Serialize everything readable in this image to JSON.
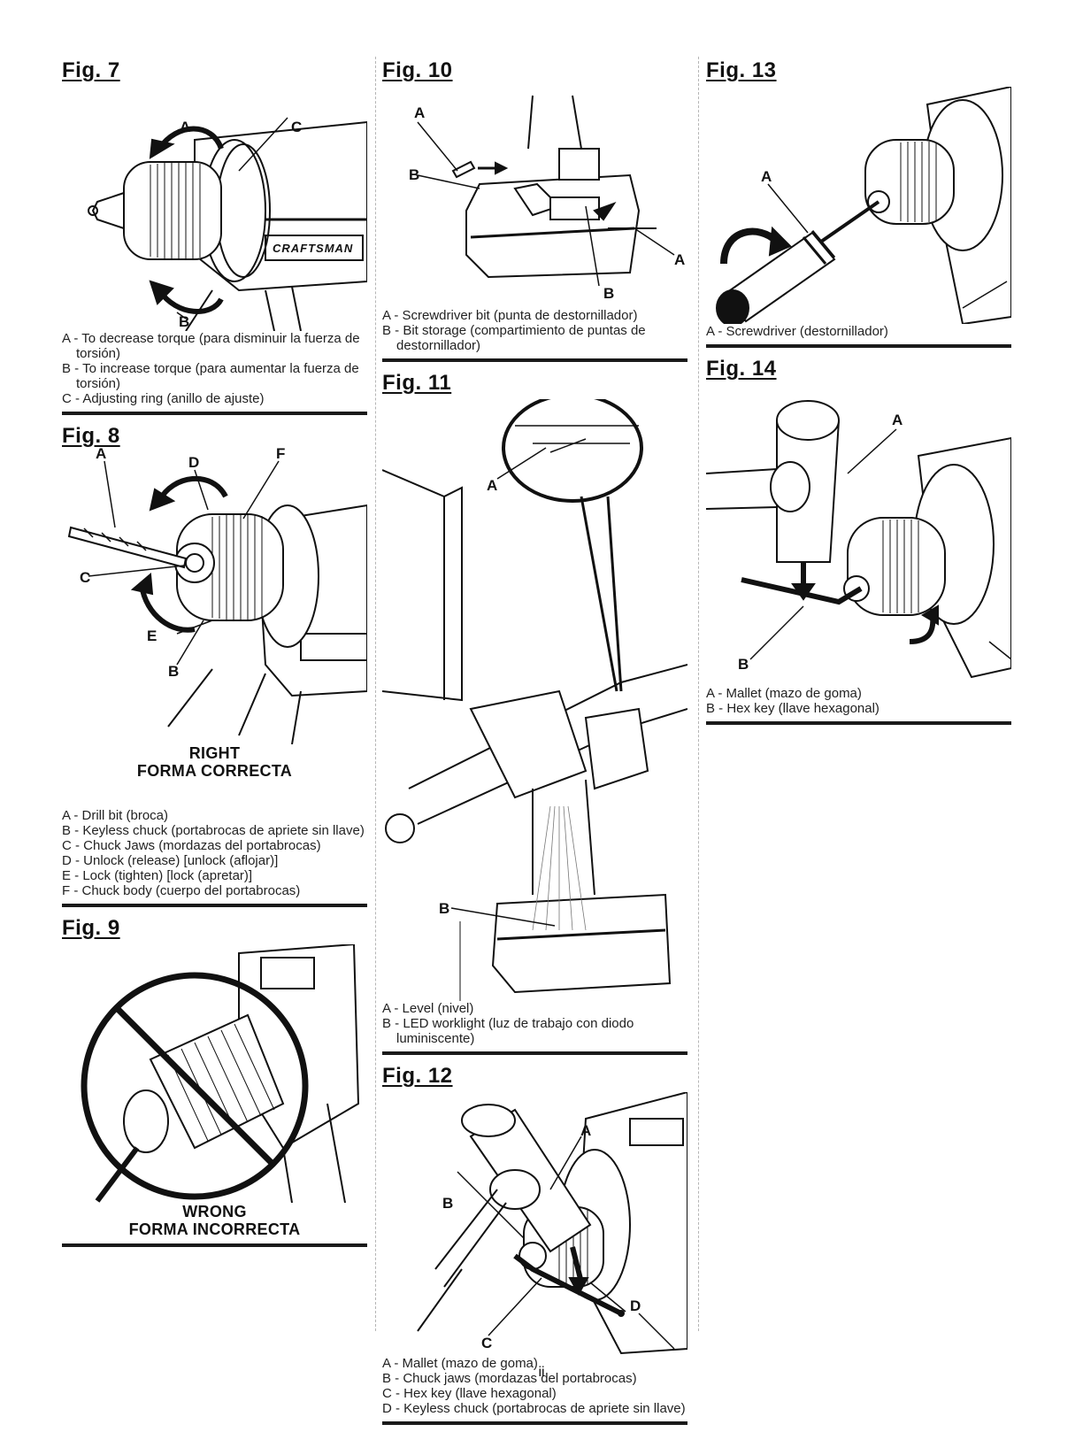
{
  "page_number": "ii",
  "figures": {
    "fig7": {
      "title": "Fig. 7",
      "callouts": {
        "a": "A",
        "b": "B",
        "c": "C"
      },
      "brand": "CRAFTSMAN",
      "legend": [
        "A - To decrease torque (para disminuir la fuerza de torsión)",
        "B - To increase torque (para aumentar la fuerza de torsión)",
        "C - Adjusting ring (anillo de ajuste)"
      ]
    },
    "fig8": {
      "title": "Fig. 8",
      "callouts": {
        "a": "A",
        "b": "B",
        "c": "C",
        "d": "D",
        "e": "E",
        "f": "F"
      },
      "caption_line1": "RIGHT",
      "caption_line2": "FORMA CORRECTA",
      "legend": [
        "A - Drill bit (broca)",
        "B - Keyless chuck (portabrocas de apriete sin llave)",
        "C - Chuck Jaws (mordazas del portabrocas)",
        "D - Unlock (release) [unlock (aflojar)]",
        "E - Lock (tighten) [lock (apretar)]",
        "F - Chuck body (cuerpo del portabrocas)"
      ]
    },
    "fig9": {
      "title": "Fig. 9",
      "caption_line1": "WRONG",
      "caption_line2": "FORMA INCORRECTA"
    },
    "fig10": {
      "title": "Fig. 10",
      "callouts": {
        "a_top": "A",
        "a_right": "A",
        "b_left": "B",
        "b_bottom": "B"
      },
      "legend": [
        "A - Screwdriver bit (punta de destornillador)",
        "B - Bit storage (compartimiento de puntas de destornillador)"
      ]
    },
    "fig11": {
      "title": "Fig. 11",
      "callouts": {
        "a": "A",
        "b": "B"
      },
      "legend": [
        "A - Level (nivel)",
        "B - LED worklight (luz de trabajo con diodo luminiscente)"
      ]
    },
    "fig12": {
      "title": "Fig. 12",
      "callouts": {
        "a": "A",
        "b": "B",
        "c": "C",
        "d": "D"
      },
      "legend": [
        "A - Mallet (mazo de goma)",
        "B - Chuck jaws (mordazas del portabrocas)",
        "C - Hex key (llave hexagonal)",
        "D - Keyless chuck (portabrocas de apriete sin llave)"
      ]
    },
    "fig13": {
      "title": "Fig. 13",
      "callouts": {
        "a": "A"
      },
      "legend": [
        "A - Screwdriver (destornillador)"
      ]
    },
    "fig14": {
      "title": "Fig. 14",
      "callouts": {
        "a": "A",
        "b": "B"
      },
      "legend": [
        "A - Mallet (mazo de goma)",
        "B - Hex key (llave hexagonal)"
      ]
    }
  }
}
